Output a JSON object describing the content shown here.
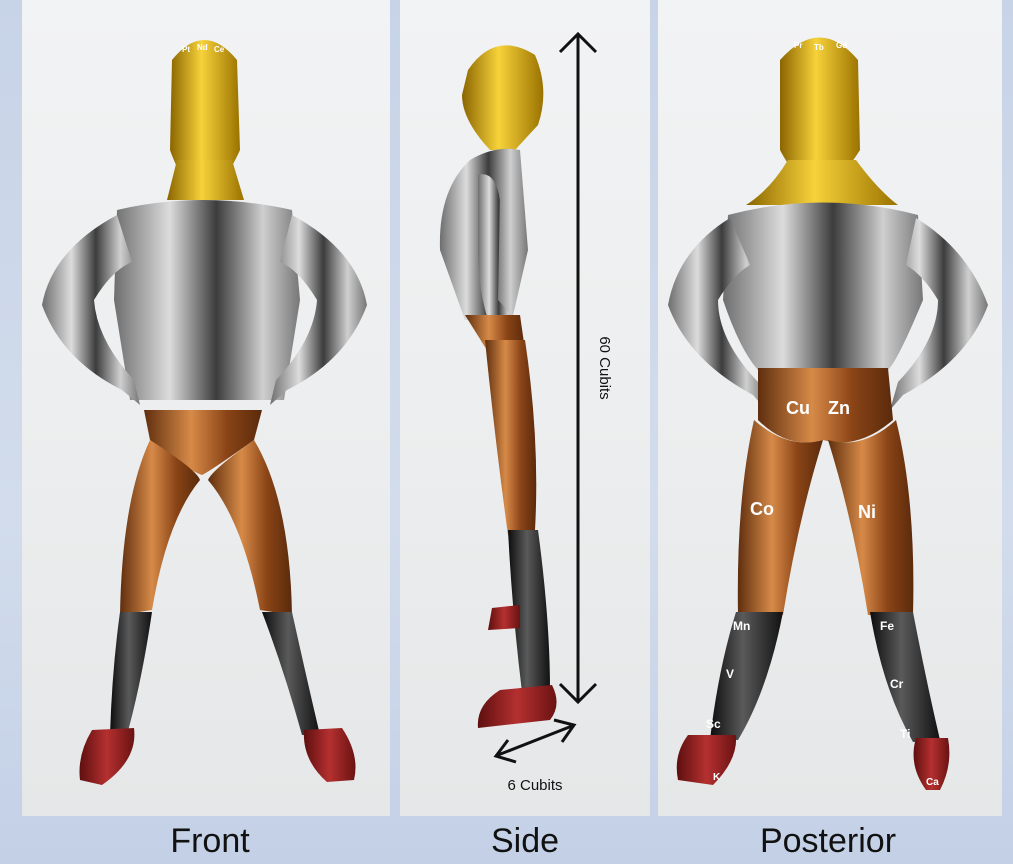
{
  "captions": {
    "front": "Front",
    "side": "Side",
    "posterior": "Posterior"
  },
  "measurements": {
    "height": "60 Cubits",
    "width": "6 Cubits"
  },
  "labels": {
    "head_front": [
      "Pt",
      "Nd",
      "Ce"
    ],
    "head_back": [
      "Pr",
      "Tb",
      "Gd"
    ],
    "hips": [
      "Cu",
      "Zn"
    ],
    "thighs": [
      "Co",
      "Ni"
    ],
    "shins": [
      "Mn",
      "Fe",
      "V",
      "Cr",
      "Sc",
      "Ti"
    ],
    "feet": [
      "K",
      "Ca"
    ]
  },
  "colors": {
    "gold": "#d9a900",
    "silver": "#a8a8a8",
    "copper": "#a55a22",
    "black": "#1c1c1c",
    "red": "#8d1e1e",
    "border": "#c7d3e7"
  }
}
